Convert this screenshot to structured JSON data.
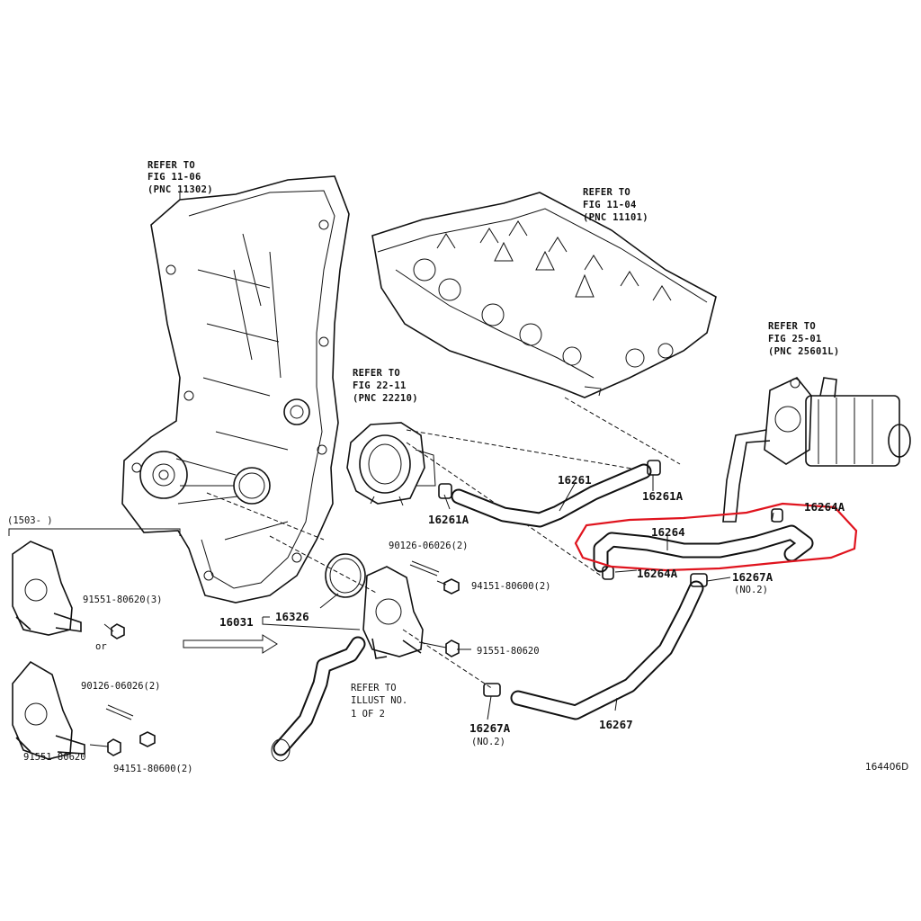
{
  "diagram_id": "164406D",
  "refs": {
    "timing_cover": {
      "line1": "REFER TO",
      "line2": "FIG 11-06",
      "line3": "(PNC 11302)"
    },
    "cylinder_head": {
      "line1": "REFER TO",
      "line2": "FIG 11-04",
      "line3": "(PNC 11101)"
    },
    "throttle_body": {
      "line1": "REFER TO",
      "line2": "FIG 22-11",
      "line3": "(PNC 22210)"
    },
    "egr_cooler": {
      "line1": "REFER TO",
      "line2": "FIG 25-01",
      "line3": "(PNC 25601L)"
    },
    "illust": {
      "line1": "REFER TO",
      "line2": "ILLUST NO.",
      "line3": "1 OF 2"
    }
  },
  "date_range": "(1503-     )",
  "or_text": "or",
  "parts": {
    "p16261": "16261",
    "p16261A_top": "16261A",
    "p16261A_left": "16261A",
    "p16264": "16264",
    "p16264A_top": "16264A",
    "p16264A_bottom": "16264A",
    "p16267A_right": "16267A",
    "p16267A_right_note": "(NO.2)",
    "p16267A_bottom": "16267A",
    "p16267A_bottom_note": "(NO.2)",
    "p16267": "16267",
    "p16326": "16326",
    "p16031": "16031",
    "b90126_right": "90126-06026(2)",
    "b94151_right": "94151-80600(2)",
    "b91551_right": "91551-80620",
    "b91551_left_top": "91551-80620(3)",
    "b90126_left": "90126-06026(2)",
    "b91551_left_bottom": "91551-80620",
    "b94151_left": "94151-80600(2)"
  },
  "highlight_color": "#e0141e"
}
